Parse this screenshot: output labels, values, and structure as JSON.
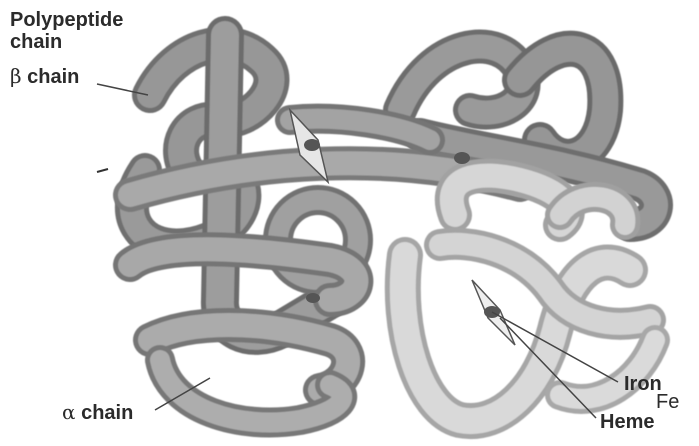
{
  "labels": {
    "polypeptide": "Polypeptide",
    "chain": "chain",
    "beta_symbol": "β",
    "beta_word": "chain",
    "alpha_symbol": "α",
    "alpha_word": "chain",
    "iron": "Iron",
    "fe": "Fe",
    "heme": "Heme"
  },
  "colors": {
    "dark_subunit": "#8e8e8e",
    "mid_subunit": "#a6a6a6",
    "light_subunit": "#cfcfcf",
    "heme_disk": "#6a6a6a",
    "leader_line": "#444444",
    "text": "#2b2b2b"
  }
}
